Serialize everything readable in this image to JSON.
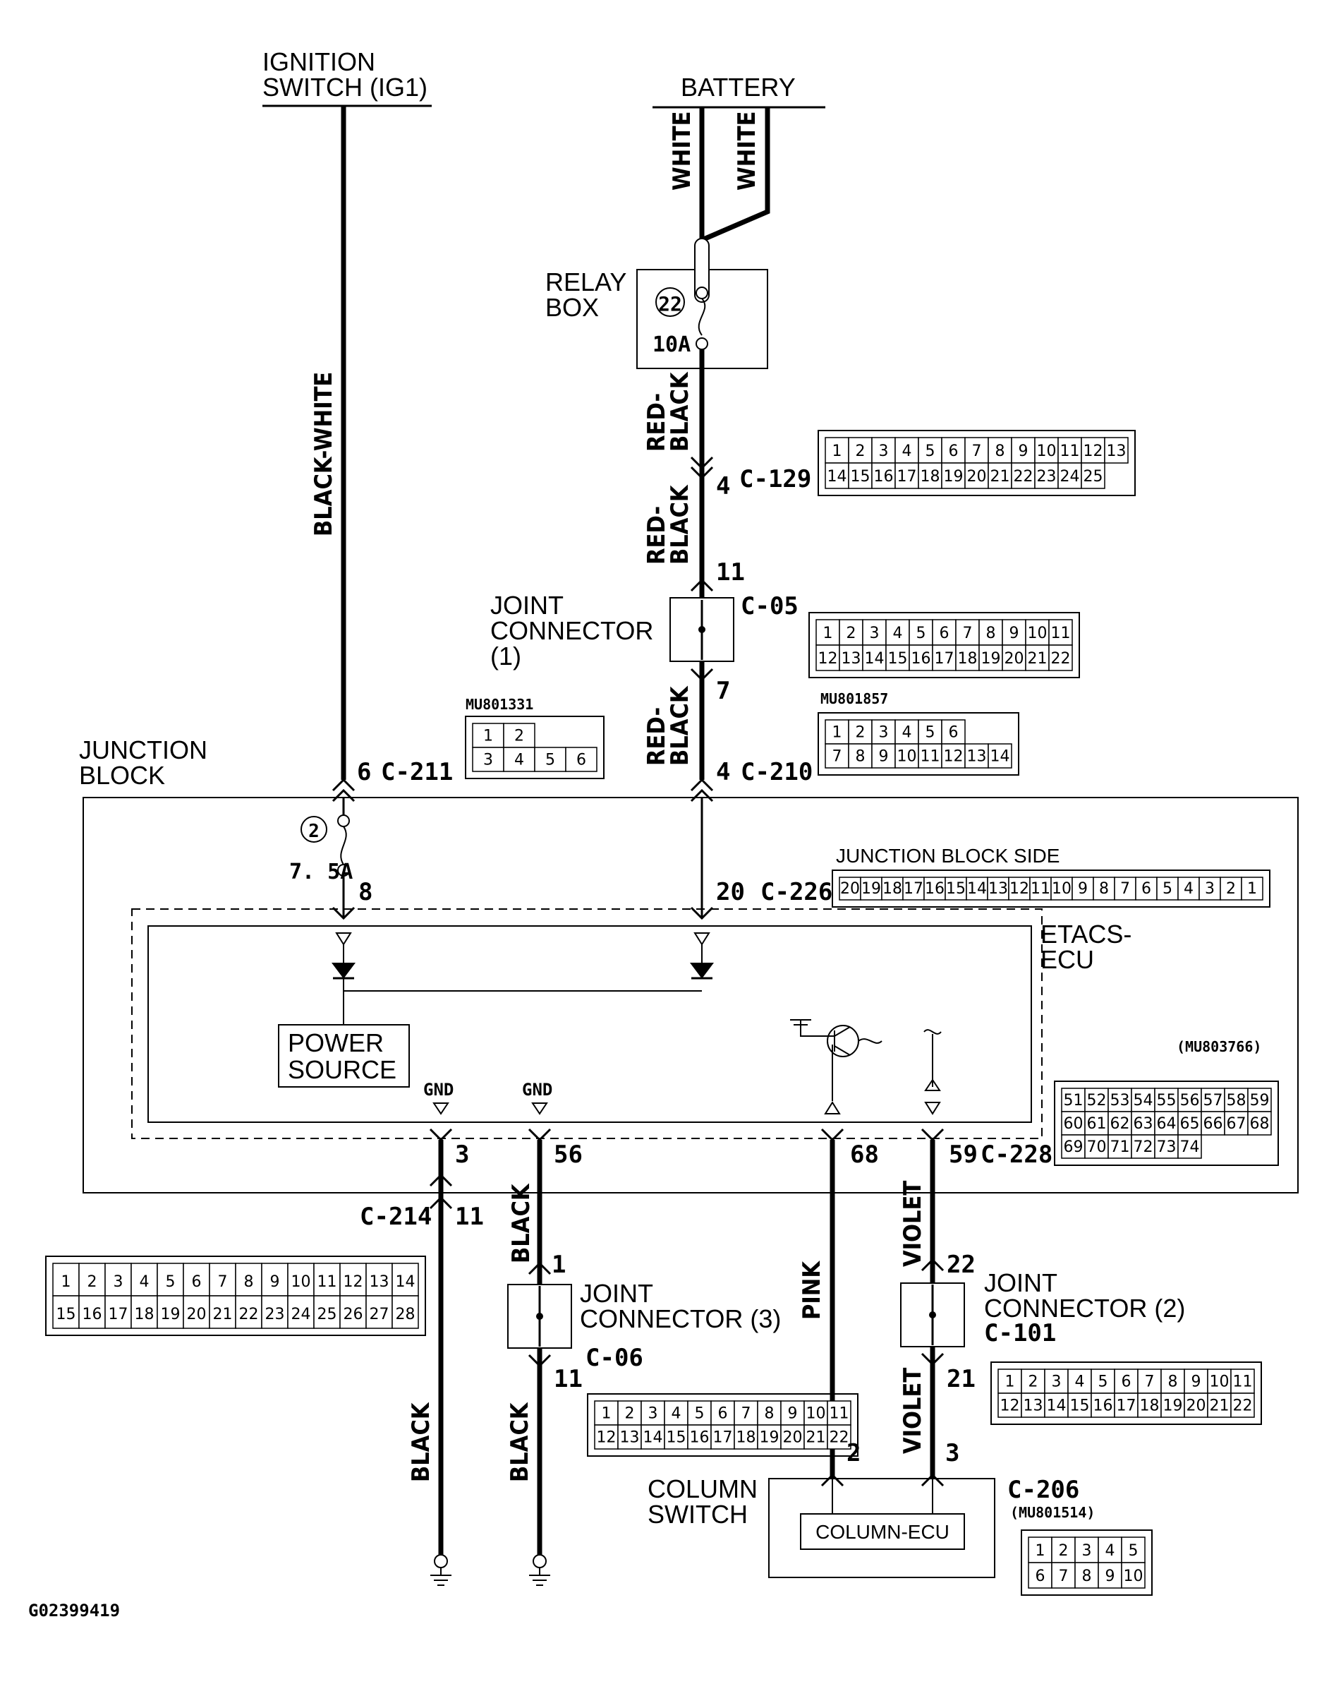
{
  "labels": {
    "ignition": [
      "IGNITION",
      "SWITCH (IG1)"
    ],
    "battery": "BATTERY",
    "relay_box": [
      "RELAY",
      "BOX"
    ],
    "fuse22_num": "22",
    "fuse22_amp": "10A",
    "joint1": [
      "JOINT",
      "CONNECTOR",
      "(1)"
    ],
    "junction_block": [
      "JUNCTION",
      "BLOCK"
    ],
    "fuse2_num": "2",
    "fuse2_amp": "7. 5A",
    "jb_side": "JUNCTION BLOCK SIDE",
    "etacs": [
      "ETACS-",
      "ECU"
    ],
    "power_source": [
      "POWER",
      "SOURCE"
    ],
    "gnd": "GND",
    "joint3": [
      "JOINT",
      "CONNECTOR (3)"
    ],
    "joint2": [
      "JOINT",
      "CONNECTOR (2)"
    ],
    "column_switch": [
      "COLUMN",
      "SWITCH"
    ],
    "column_ecu": "COLUMN-ECU",
    "figure_id": "G02399419"
  },
  "wires": {
    "white": "WHITE",
    "red_black": [
      "RED-",
      "BLACK"
    ],
    "black_white": "BLACK-WHITE",
    "black": "BLACK",
    "pink": "PINK",
    "violet": "VIOLET"
  },
  "connectors": {
    "c129": "C-129",
    "c05": "C-05",
    "c211": "C-211",
    "c210": "C-210",
    "c226": "C-226",
    "c228": "C-228",
    "c214": "C-214",
    "c06": "C-06",
    "c101": "C-101",
    "c206": "C-206"
  },
  "pins": {
    "c129": "4",
    "c05_in": "11",
    "c05_out": "7",
    "c211": "6",
    "c210": "4",
    "fuse_out": "8",
    "c226": "20",
    "gnd1": "3",
    "gnd2": "56",
    "c228_68": "68",
    "c228_59": "59",
    "c214": "11",
    "c06_in": "1",
    "c06_out": "11",
    "c101_in": "22",
    "c101_out": "21",
    "c206_pink": "2",
    "c206_violet": "3"
  },
  "part_numbers": {
    "mu801331": "MU801331",
    "mu801857": "MU801857",
    "mu803766": "(MU803766)",
    "mu801514": "(MU801514)"
  },
  "connector_faces": {
    "c129": [
      [
        "1",
        "2",
        "3",
        "4",
        "5",
        "6",
        "7",
        "8",
        "9",
        "10",
        "11",
        "12",
        "13"
      ],
      [
        "14",
        "15",
        "16",
        "17",
        "18",
        "19",
        "20",
        "21",
        "22",
        "23",
        "24",
        "25"
      ]
    ],
    "c05": [
      [
        "1",
        "2",
        "3",
        "4",
        "5",
        "6",
        "7",
        "8",
        "9",
        "10",
        "11"
      ],
      [
        "12",
        "13",
        "14",
        "15",
        "16",
        "17",
        "18",
        "19",
        "20",
        "21",
        "22"
      ]
    ],
    "mu801331": [
      [
        "1",
        "2"
      ],
      [
        "3",
        "4",
        "5",
        "6"
      ]
    ],
    "mu801857": [
      [
        "1",
        "2",
        "3",
        "4",
        "5",
        "6"
      ],
      [
        "7",
        "8",
        "9",
        "10",
        "11",
        "12",
        "13",
        "14"
      ]
    ],
    "jb_side": [
      "20",
      "19",
      "18",
      "17",
      "16",
      "15",
      "14",
      "13",
      "12",
      "11",
      "10",
      "9",
      "8",
      "7",
      "6",
      "5",
      "4",
      "3",
      "2",
      "1"
    ],
    "mu803766": [
      [
        "51",
        "52",
        "53",
        "54",
        "55",
        "56",
        "57",
        "58",
        "59"
      ],
      [
        "60",
        "61",
        "62",
        "63",
        "64",
        "65",
        "66",
        "67",
        "68"
      ],
      [
        "69",
        "70",
        "71",
        "72",
        "73",
        "74"
      ]
    ],
    "c214": [
      [
        "1",
        "2",
        "3",
        "4",
        "5",
        "6",
        "7",
        "8",
        "9",
        "10",
        "11",
        "12",
        "13",
        "14"
      ],
      [
        "15",
        "16",
        "17",
        "18",
        "19",
        "20",
        "21",
        "22",
        "23",
        "24",
        "25",
        "26",
        "27",
        "28"
      ]
    ],
    "c06": [
      [
        "1",
        "2",
        "3",
        "4",
        "5",
        "6",
        "7",
        "8",
        "9",
        "10",
        "11"
      ],
      [
        "12",
        "13",
        "14",
        "15",
        "16",
        "17",
        "18",
        "19",
        "20",
        "21",
        "22"
      ]
    ],
    "c101": [
      [
        "1",
        "2",
        "3",
        "4",
        "5",
        "6",
        "7",
        "8",
        "9",
        "10",
        "11"
      ],
      [
        "12",
        "13",
        "14",
        "15",
        "16",
        "17",
        "18",
        "19",
        "20",
        "21",
        "22"
      ]
    ],
    "mu801514": [
      [
        "1",
        "2",
        "3",
        "4",
        "5"
      ],
      [
        "6",
        "7",
        "8",
        "9",
        "10"
      ]
    ]
  },
  "colors": {
    "ink": "#000000",
    "paper": "#ffffff"
  }
}
